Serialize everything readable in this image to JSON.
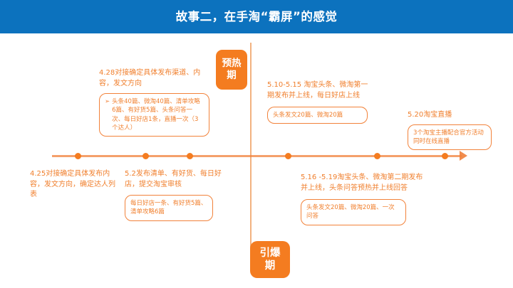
{
  "header": {
    "title": "故事二，在手淘“霸屏”的感觉",
    "bg_color": "#0c72be"
  },
  "theme": {
    "orange": "#f47c20",
    "orange_text": "#f07f2d",
    "blue": "#0c72be"
  },
  "phases": [
    {
      "id": "warmup",
      "label_line1": "预热",
      "label_line2": "期"
    },
    {
      "id": "ignite",
      "label_line1": "引爆",
      "label_line2": "期"
    }
  ],
  "timeline": {
    "dot_positions": [
      105,
      200,
      262,
      400,
      525,
      620
    ],
    "arrow": "right-arrow"
  },
  "events": [
    {
      "id": "ev-428",
      "date_title": "4.28对接确定具体发布渠道、内容，发文方向",
      "bullet": "➢",
      "box_text": "头条40篇、微淘40篇、清单攻略6篇、有好货5篇、头条问答一次、每日好店1条，直播一次（3个达人）",
      "position": "above-axis"
    },
    {
      "id": "ev-425",
      "date_title": "4.25对接确定具体发布内容，发文方向，确定达人列表",
      "bullet": "",
      "box_text": "",
      "position": "below-axis"
    },
    {
      "id": "ev-52",
      "date_title": "5.2发布清单、有好货、每日好店，提交淘宝审核",
      "bullet": "",
      "box_text": "每日好店一条、有好货5篇、清单攻略6篇",
      "position": "below-axis"
    },
    {
      "id": "ev-510",
      "date_title": "5.10-5.15 淘宝头条、微淘第一期发布并上线，每日好店上线",
      "bullet": "",
      "box_text": "头条发文20篇、微淘20篇",
      "position": "above-axis"
    },
    {
      "id": "ev-516",
      "date_title": "5.16 -5.19淘宝头条、微淘第二期发布并上线，头条问答预热并上线回答",
      "bullet": "",
      "box_text": "头条发文20篇、微淘20篇、一次问答",
      "position": "below-axis"
    },
    {
      "id": "ev-520",
      "date_title": "5.20淘宝直播",
      "bullet": "",
      "box_text": "3个淘宝主播配合官方活动同时在线直播",
      "position": "above-axis"
    }
  ]
}
